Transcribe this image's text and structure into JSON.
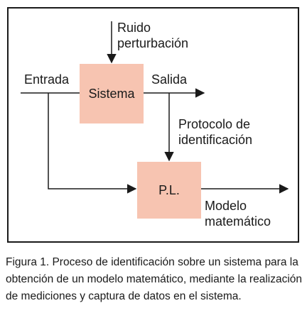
{
  "diagram": {
    "blocks": {
      "system": "Sistema",
      "identifier": "P.L."
    },
    "labels": {
      "noise": "Ruido\nperturbación",
      "input": "Entrada",
      "output": "Salida",
      "protocol": "Protocolo de\nidentificación",
      "model": "Modelo\nmatemático"
    },
    "colors": {
      "block_fill": "#f7c4b1",
      "line": "#1a1a1a"
    }
  },
  "caption": "Figura 1. Proceso de identificación sobre un sistema para la obtención de un modelo matemático, mediante la realización de mediciones y captura de datos en el sistema."
}
